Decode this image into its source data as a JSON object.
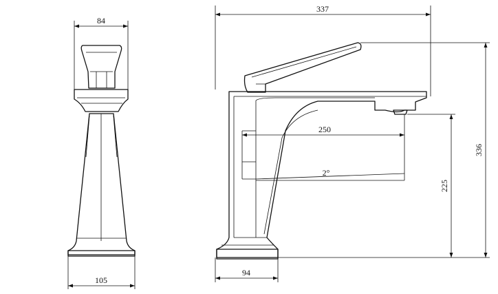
{
  "front_view": {
    "top_width": "84",
    "base_width": "105"
  },
  "side_view": {
    "overall_length": "337",
    "overall_height": "336",
    "spout_height": "225",
    "spout_reach": "250",
    "tilt_angle": "2°",
    "base_depth": "94"
  }
}
